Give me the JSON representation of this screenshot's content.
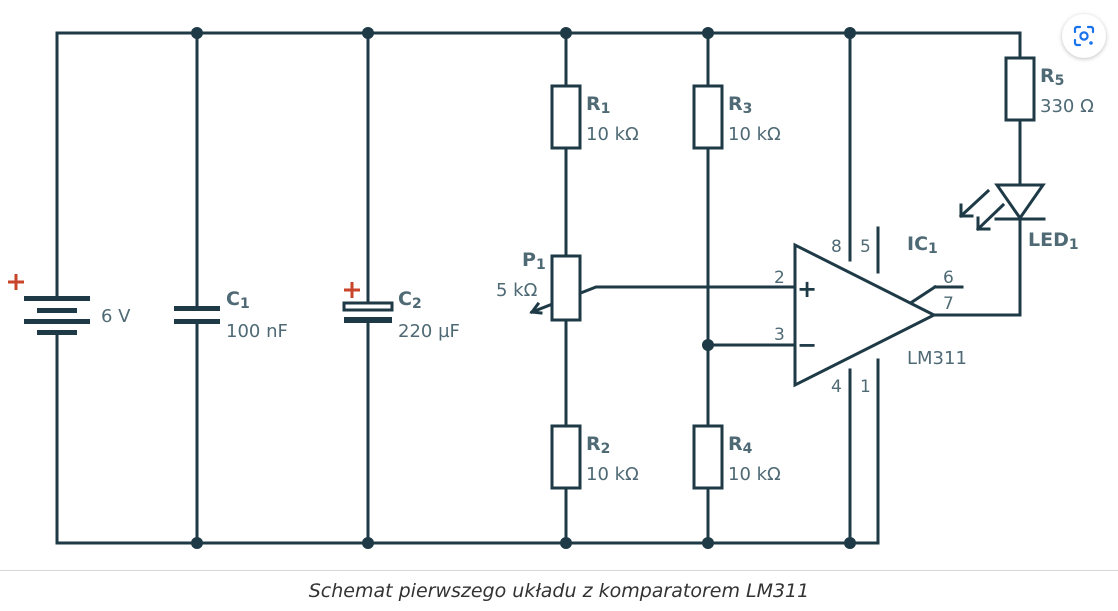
{
  "diagram": {
    "battery": {
      "value": "6 V"
    },
    "c1": {
      "ref": "C",
      "sub": "1",
      "value": "100 nF"
    },
    "c2": {
      "ref": "C",
      "sub": "2",
      "value": "220 µF"
    },
    "r1": {
      "ref": "R",
      "sub": "1",
      "value": "10 kΩ"
    },
    "r2": {
      "ref": "R",
      "sub": "2",
      "value": "10 kΩ"
    },
    "r3": {
      "ref": "R",
      "sub": "3",
      "value": "10 kΩ"
    },
    "r4": {
      "ref": "R",
      "sub": "4",
      "value": "10 kΩ"
    },
    "r5": {
      "ref": "R",
      "sub": "5",
      "value": "330 Ω"
    },
    "p1": {
      "ref": "P",
      "sub": "1",
      "value": "5 kΩ"
    },
    "led": {
      "ref": "LED",
      "sub": "1"
    },
    "ic": {
      "ref": "IC",
      "sub": "1",
      "part": "LM311"
    },
    "pins": {
      "p2": "2",
      "p3": "3",
      "p4": "4",
      "p1": "1",
      "p5": "5",
      "p6": "6",
      "p7": "7",
      "p8": "8"
    },
    "signs": {
      "noninverting": "+",
      "inverting": "−"
    }
  },
  "caption": "Schemat pierwszego układu z komparatorem LM311",
  "colors": {
    "wire": "#1e3a46",
    "label": "#4f6a75",
    "polarity": "#c8442a"
  },
  "icons": {
    "lens": "google-lens-icon"
  }
}
